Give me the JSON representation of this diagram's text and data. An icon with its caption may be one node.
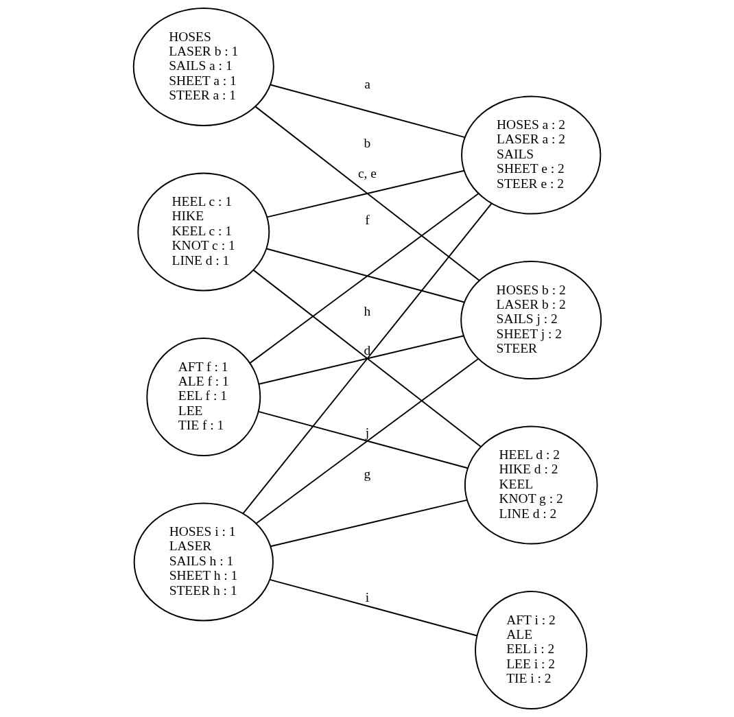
{
  "diagram": {
    "nodes": [
      {
        "text": [
          "HOSES",
          "LASER b : 1",
          "SAILS a : 1",
          "SHEET a : 1",
          "STEER a : 1"
        ]
      },
      {
        "text": [
          "HEEL c : 1",
          "HIKE",
          "KEEL c : 1",
          "KNOT c : 1",
          "LINE d : 1"
        ]
      },
      {
        "text": [
          "AFT f : 1",
          "ALE f : 1",
          "EEL f : 1",
          "LEE",
          "TIE f : 1"
        ]
      },
      {
        "text": [
          "HOSES i : 1",
          "LASER",
          "SAILS h : 1",
          "SHEET h : 1",
          "STEER h : 1"
        ]
      },
      {
        "text": [
          "HOSES a : 2",
          "LASER a : 2",
          "SAILS",
          "SHEET e : 2",
          "STEER e : 2"
        ]
      },
      {
        "text": [
          "HOSES b : 2",
          "LASER b : 2",
          "SAILS j : 2",
          "SHEET j : 2",
          "STEER"
        ]
      },
      {
        "text": [
          "HEEL d : 2",
          "HIKE d : 2",
          "KEEL",
          "KNOT g : 2",
          "LINE d : 2"
        ]
      },
      {
        "text": [
          "AFT i : 2",
          "ALE",
          "EEL i : 2",
          "LEE i : 2",
          "TIE i : 2"
        ]
      }
    ],
    "edges": [
      {
        "from": 0,
        "to": 4,
        "arrow": "none",
        "label": "a"
      },
      {
        "from": 0,
        "to": 5,
        "arrow": "none",
        "label": "b"
      },
      {
        "from": 1,
        "to": 4,
        "arrow": "none",
        "label": "c, e"
      },
      {
        "from": 1,
        "to": 5,
        "arrow": "none"
      },
      {
        "from": 1,
        "to": 6,
        "arrow": "none",
        "label": "d"
      },
      {
        "from": 2,
        "to": 4,
        "arrow": "none",
        "label": "f"
      },
      {
        "from": 2,
        "to": 5,
        "arrow": "none"
      },
      {
        "from": 2,
        "to": 6,
        "arrow": "none",
        "label": "g"
      },
      {
        "from": 3,
        "to": 4,
        "arrow": "none",
        "label": "h"
      },
      {
        "from": 3,
        "to": 5,
        "arrow": "none",
        "label": "j"
      },
      {
        "from": 3,
        "to": 6,
        "arrow": "none"
      },
      {
        "from": 3,
        "to": 7,
        "arrow": "none",
        "label": "i"
      }
    ]
  }
}
